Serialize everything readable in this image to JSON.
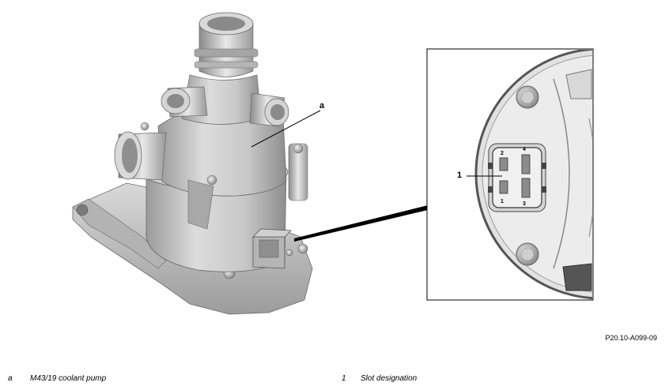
{
  "callouts": {
    "a": "a",
    "one": "1"
  },
  "connector": {
    "pin2": "2",
    "pin4": "4",
    "pin1": "1",
    "pin3": "3"
  },
  "figure_id": "P20.10-A099-09",
  "legend": [
    {
      "key": "a",
      "text": "M43/19 coolant pump"
    },
    {
      "key": "1",
      "text": "Slot designation"
    }
  ],
  "colors": {
    "line": "#000000",
    "pump_light": "#e6e6e6",
    "pump_mid": "#c4c4c4",
    "pump_dark": "#8a8a8a",
    "detail_dark": "#333333"
  }
}
